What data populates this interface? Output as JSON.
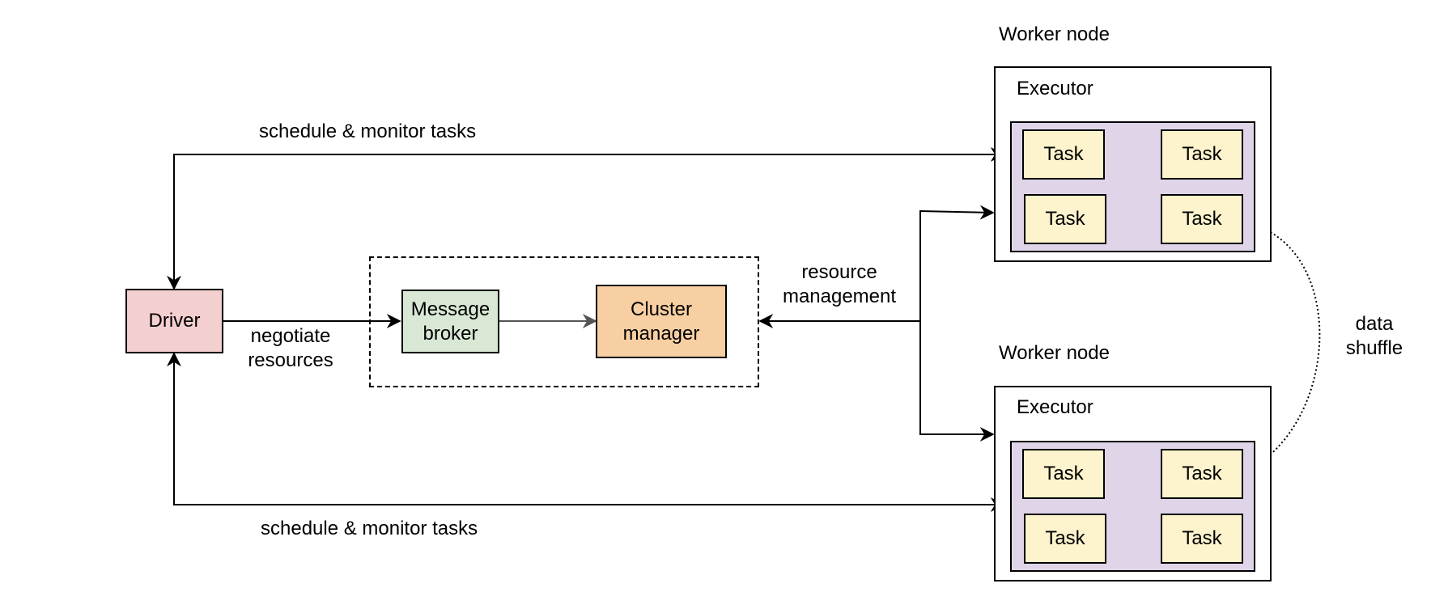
{
  "colors": {
    "driver": "#f4cfcf",
    "message_broker": "#d8e8d4",
    "cluster_manager": "#f7cfa2",
    "executor_inner": "#e0d5e8",
    "task": "#fdf3cc",
    "line": "#000000"
  },
  "driver": {
    "label": "Driver"
  },
  "message_broker": {
    "line1": "Message",
    "line2": "broker"
  },
  "cluster_manager": {
    "line1": "Cluster",
    "line2": "manager"
  },
  "edges": {
    "schedule_top": "schedule & monitor tasks",
    "schedule_bottom": "schedule & monitor tasks",
    "negotiate": {
      "line1": "negotiate",
      "line2": "resources"
    },
    "resource_mgmt": {
      "line1": "resource",
      "line2": "management"
    },
    "data_shuffle": {
      "line1": "data",
      "line2": "shuffle"
    }
  },
  "workers": [
    {
      "title": "Worker node",
      "executor_label": "Executor",
      "tasks": [
        "Task",
        "Task",
        "Task",
        "Task"
      ]
    },
    {
      "title": "Worker node",
      "executor_label": "Executor",
      "tasks": [
        "Task",
        "Task",
        "Task",
        "Task"
      ]
    }
  ]
}
